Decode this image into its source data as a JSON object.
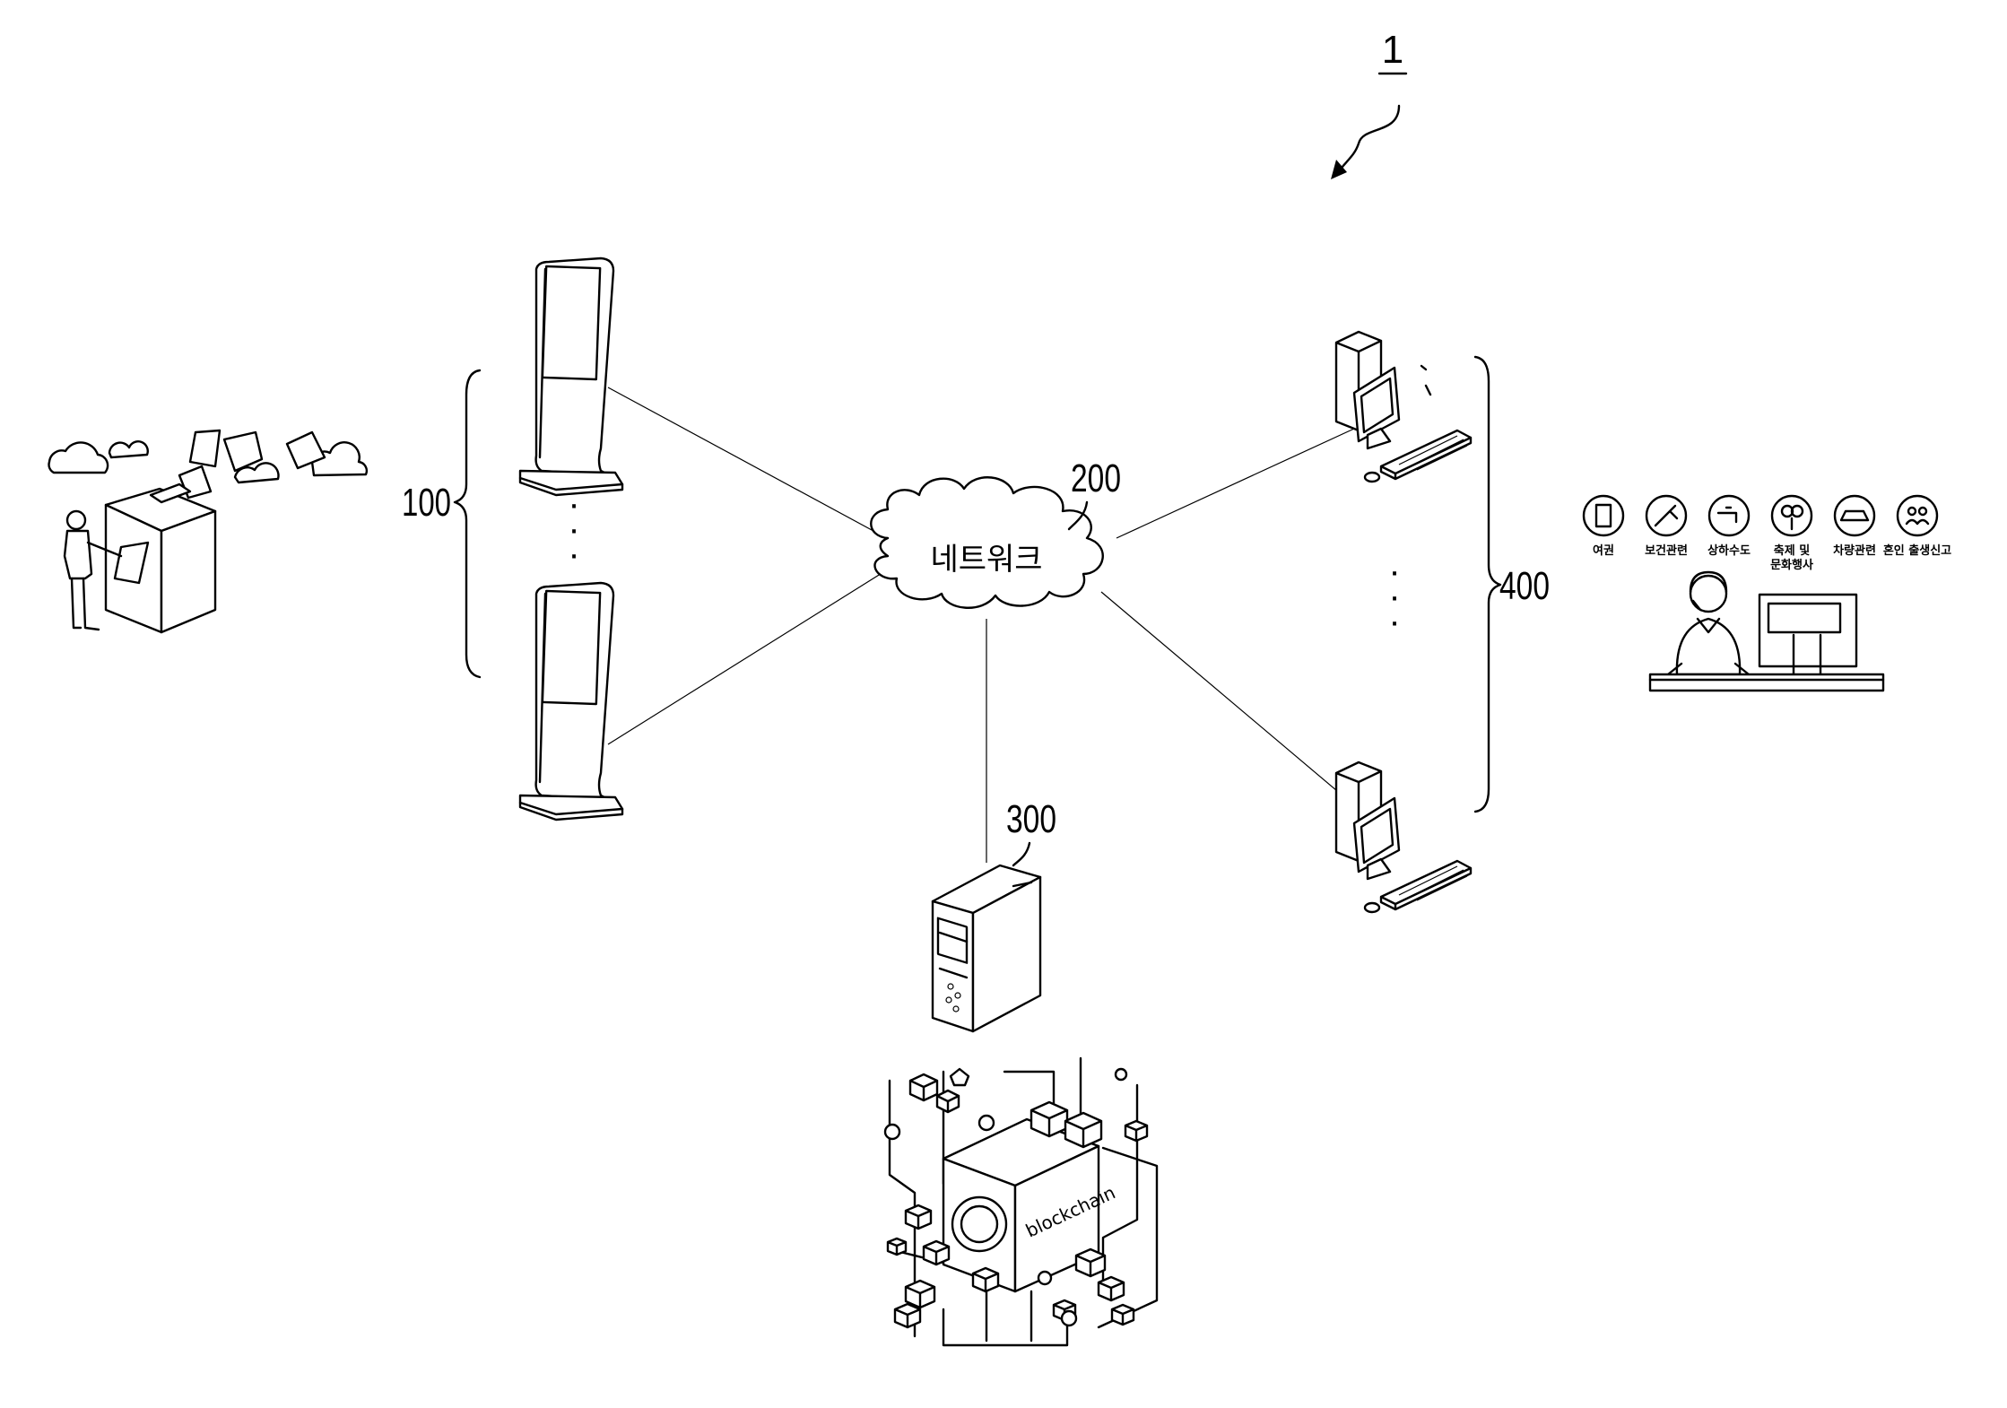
{
  "figure": {
    "system_ref": "1",
    "kiosk_ref": "100",
    "network_ref": "200",
    "network_label": "네트워크",
    "server_ref": "300",
    "terminal_ref": "400",
    "blockchain_label": "blockchain",
    "services": [
      "여권",
      "보건관련",
      "상하수도",
      "축제 및",
      "차량관련",
      "혼인 출생신고"
    ],
    "services_line2": [
      "",
      "",
      "",
      "문화행사",
      "",
      ""
    ],
    "ellipsis": "·",
    "line_color": "#000000",
    "background": "#ffffff"
  }
}
